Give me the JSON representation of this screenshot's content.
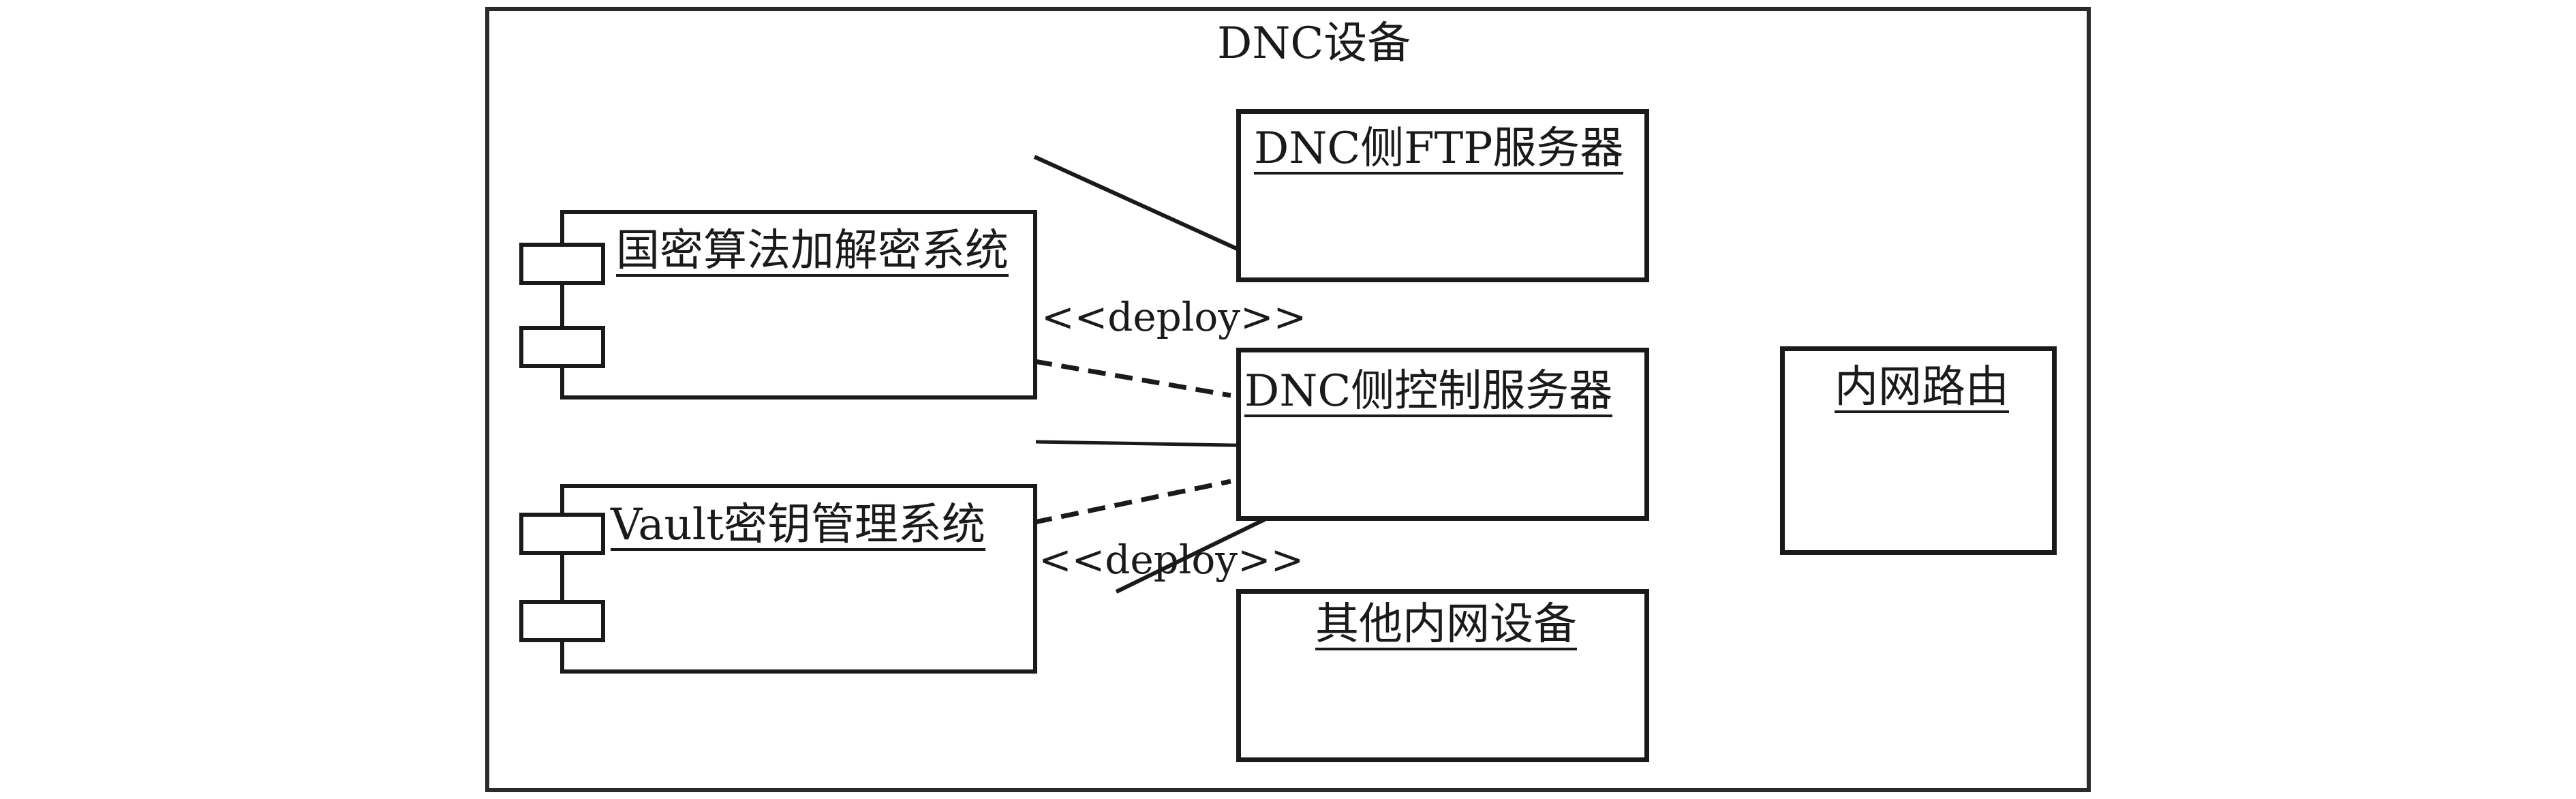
{
  "diagram": {
    "container_label": "DNC设备",
    "nodes": {
      "ftp_server": "DNC侧FTP服务器",
      "control_server": "DNC侧控制服务器",
      "other_devices": "其他内网设备",
      "router": "内网路由"
    },
    "components": {
      "crypto_system": "国密算法加解密系统",
      "vault_system": "Vault密钥管理系统"
    },
    "stereotypes": {
      "deploy_upper": "<<deploy>>",
      "deploy_lower": "<<deploy>>"
    }
  }
}
